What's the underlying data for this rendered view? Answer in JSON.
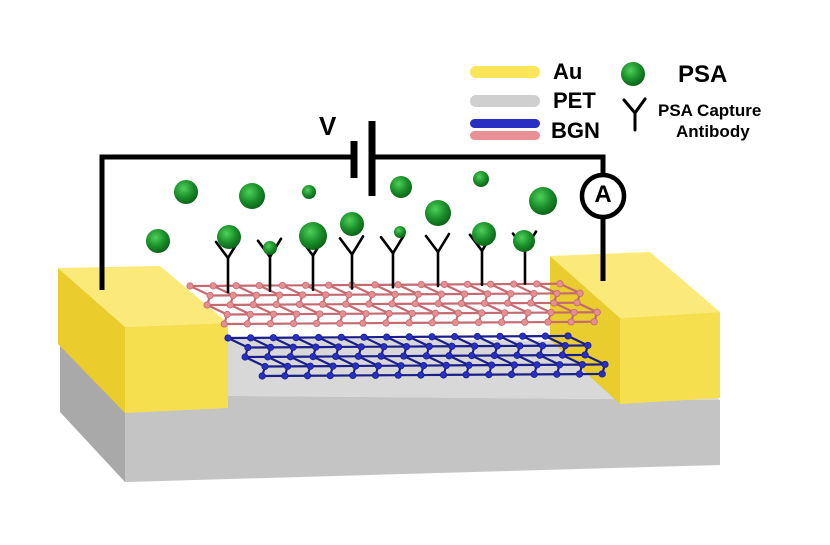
{
  "legend": {
    "au": "Au",
    "pet": "PET",
    "bgn": "BGN",
    "psa": "PSA",
    "antibody_line1": "PSA Capture",
    "antibody_line2": "Antibody"
  },
  "circuit": {
    "voltage_label": "V",
    "ammeter_label": "A"
  },
  "colors": {
    "gold": "#f6df4f",
    "gold_top": "#fbea7a",
    "gold_side": "#e9cc2e",
    "pet_front": "#c9c9c9",
    "pet_top": "#d8d8d8",
    "pet_side": "#a9a9a9",
    "pink": "#e58f93",
    "blue": "#2a2fc4",
    "psa": "#1a8f2a",
    "wire": "#000000"
  },
  "icons": [
    "psa-molecule-icon",
    "capture-antibody-icon",
    "ammeter-icon",
    "battery-icon"
  ]
}
